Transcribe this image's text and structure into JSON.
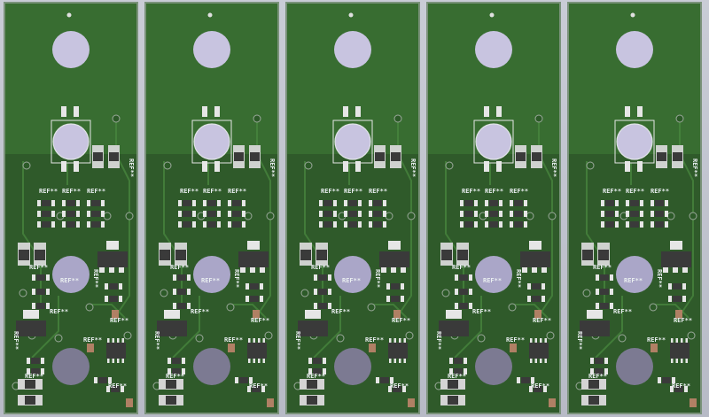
{
  "boards": [
    {
      "refs": [
        "REF**",
        "REF**",
        "REF**",
        "REF**",
        "REF**",
        "REF**",
        "REF**",
        "REF**",
        "REF**",
        "REF**",
        "REF**",
        "REF**",
        "REF**"
      ]
    },
    {
      "refs": [
        "REF**",
        "REF**",
        "REF**",
        "REF**",
        "REF**",
        "REF**",
        "REF**",
        "REF**",
        "REF**",
        "REF**",
        "REF**",
        "REF**",
        "REF**"
      ]
    },
    {
      "refs": [
        "REF**",
        "REF**",
        "REF**",
        "REF**",
        "REF**",
        "REF**",
        "REF**",
        "REF**",
        "REF**",
        "REF**",
        "REF**",
        "REF**",
        "REF**"
      ]
    },
    {
      "refs": [
        "REF**",
        "REF**",
        "REF**",
        "REF**",
        "REF**",
        "REF**",
        "REF**",
        "REF**",
        "REF**",
        "REF**",
        "REF**",
        "REF**",
        "REF**"
      ]
    },
    {
      "refs": [
        "REF**",
        "REF**",
        "REF**",
        "REF**",
        "REF**",
        "REF**",
        "REF**",
        "REF**",
        "REF**",
        "REF**",
        "REF**",
        "REF**",
        "REF**"
      ]
    }
  ],
  "colors": {
    "board": "#2f5a2a",
    "board_highlight": "#386d31",
    "hole": "#c8c4e0",
    "pad": "#e6e6e6",
    "component_body": "#3a3a3a",
    "ground_pad": "#7c7a92"
  }
}
